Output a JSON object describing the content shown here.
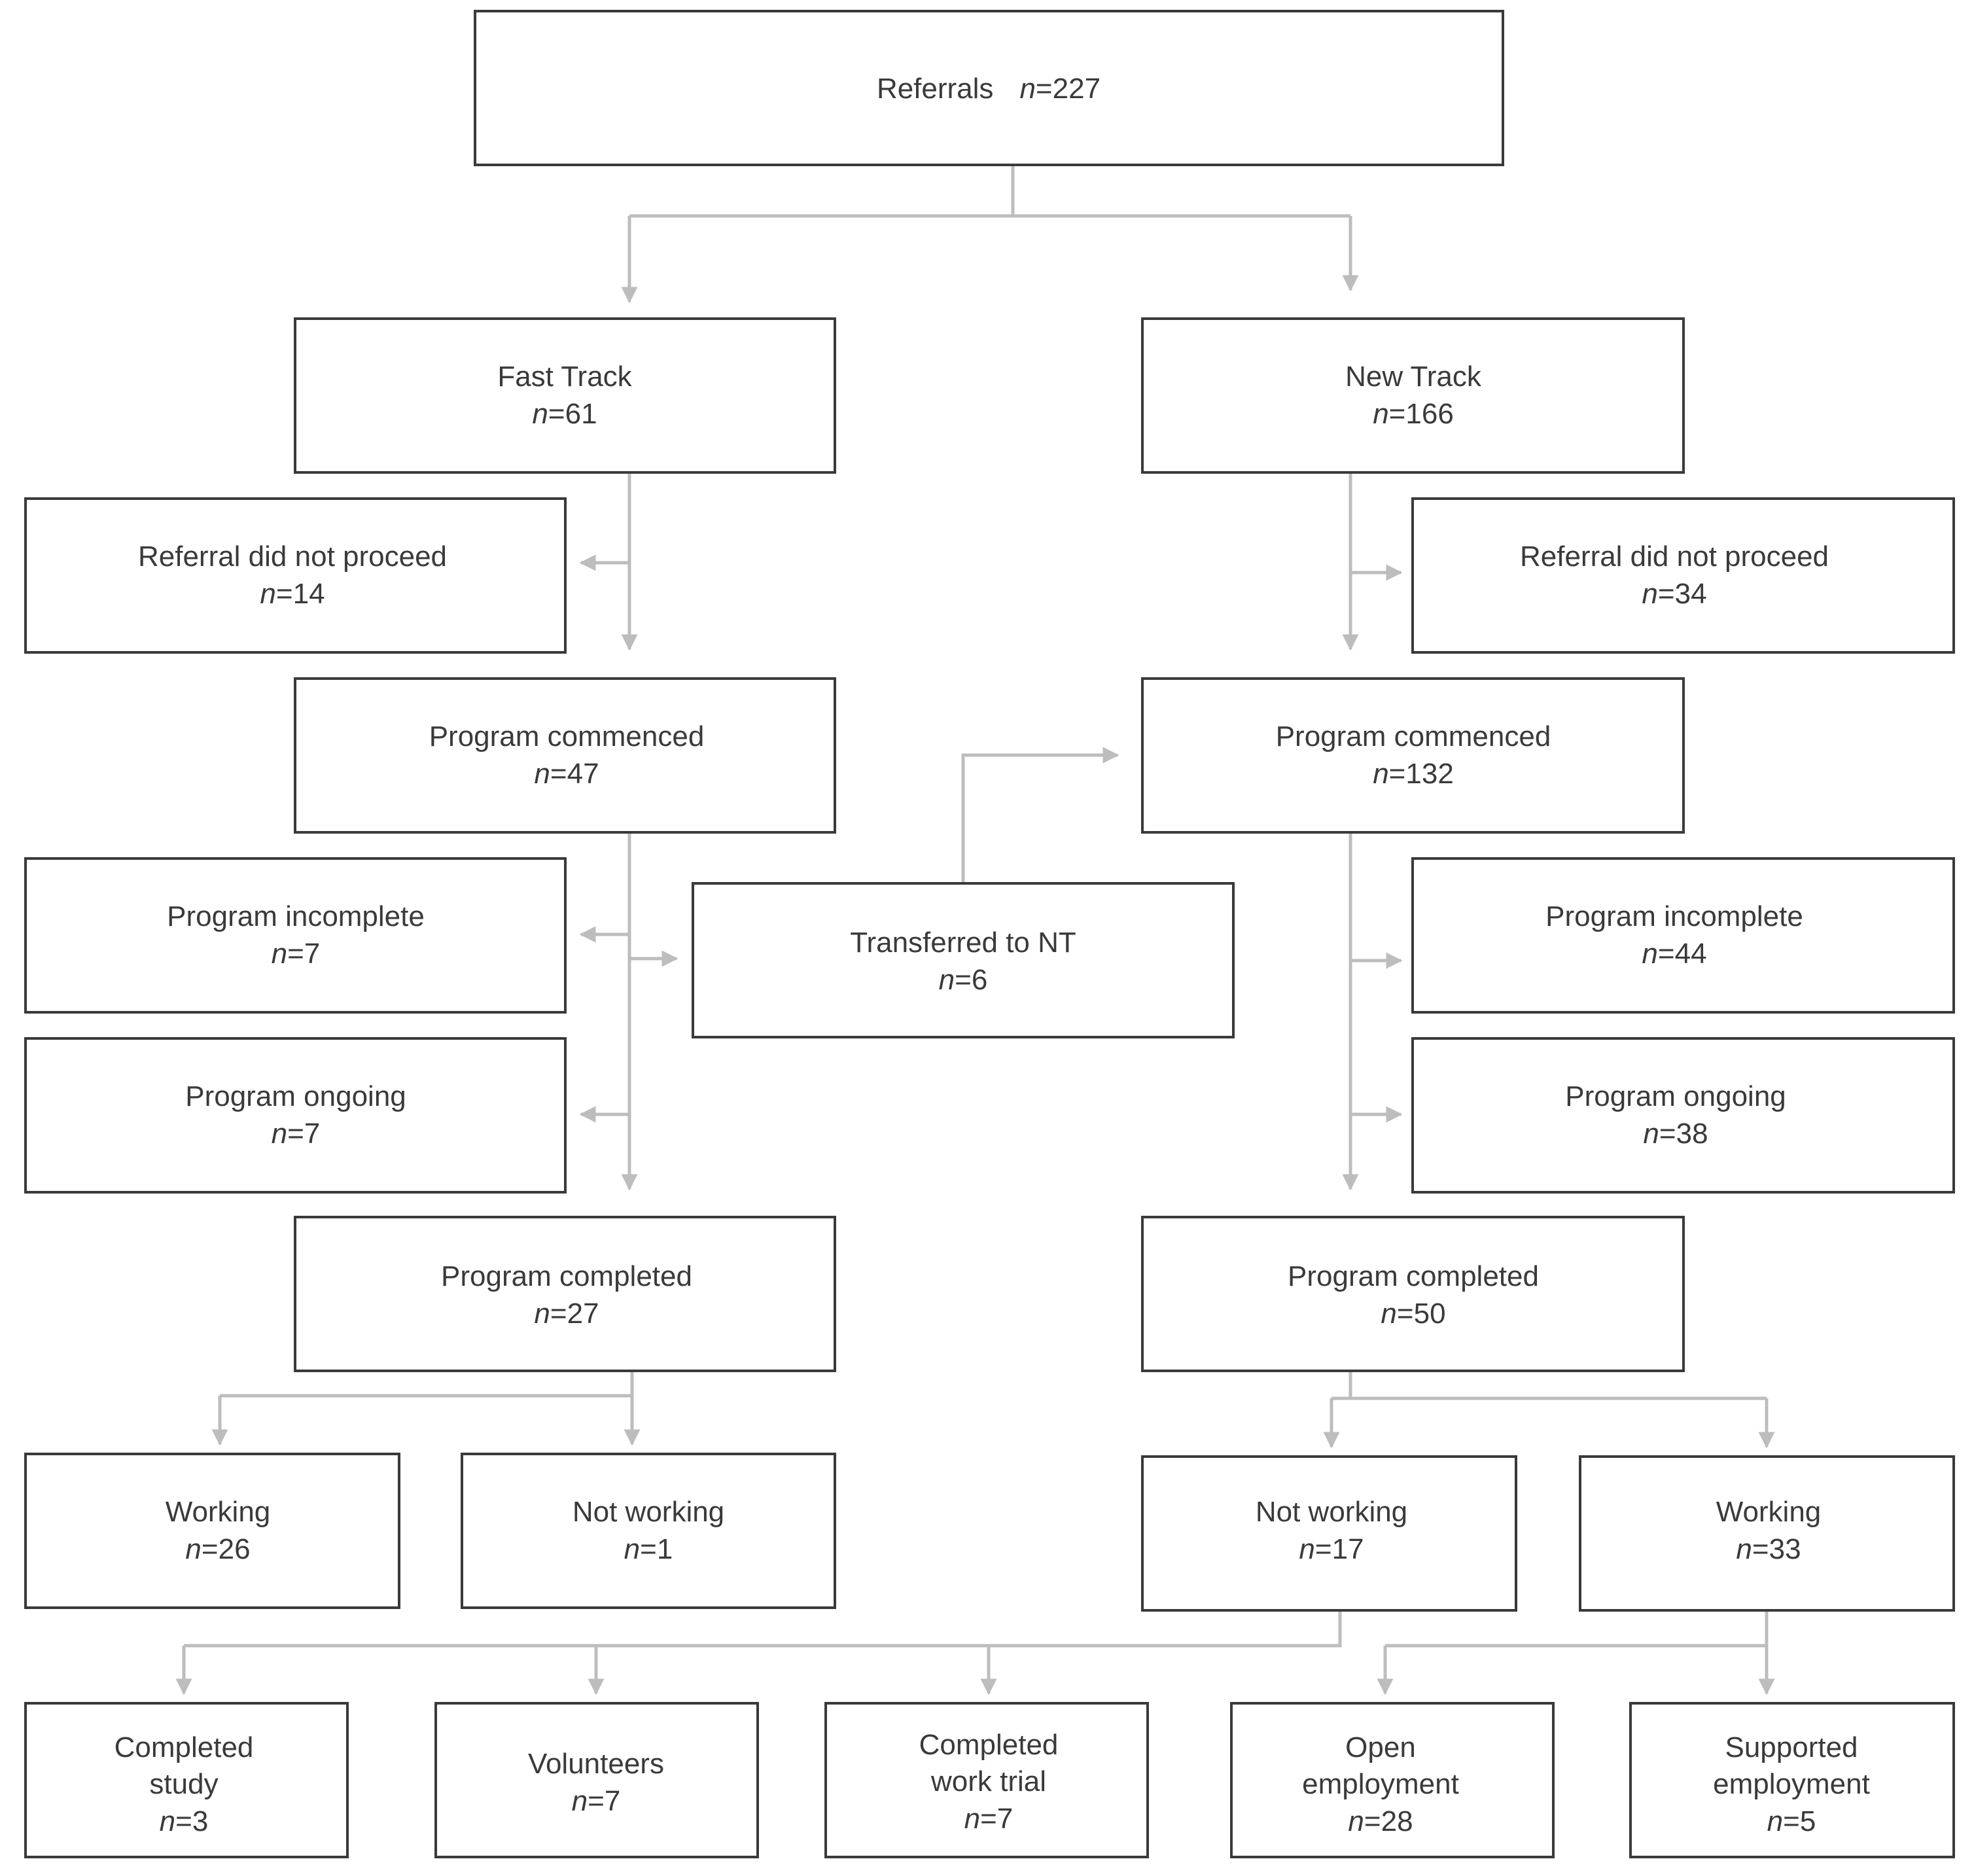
{
  "nodes": {
    "referrals": {
      "label": "Referrals",
      "count": "227"
    },
    "fast_track": {
      "label": "Fast Track",
      "count": "61"
    },
    "new_track": {
      "label": "New Track",
      "count": "166"
    },
    "ft_not_proceed": {
      "label": "Referral did not proceed",
      "count": "14"
    },
    "nt_not_proceed": {
      "label": "Referral did not proceed",
      "count": "34"
    },
    "ft_commenced": {
      "label": "Program commenced",
      "count": "47"
    },
    "nt_commenced": {
      "label": "Program commenced",
      "count": "132"
    },
    "ft_incomplete": {
      "label": "Program incomplete",
      "count": "7"
    },
    "transferred": {
      "label": "Transferred to NT",
      "count": "6"
    },
    "nt_incomplete": {
      "label": "Program incomplete",
      "count": "44"
    },
    "ft_ongoing": {
      "label": "Program ongoing",
      "count": "7"
    },
    "nt_ongoing": {
      "label": "Program ongoing",
      "count": "38"
    },
    "ft_completed": {
      "label": "Program completed",
      "count": "27"
    },
    "nt_completed": {
      "label": "Program completed",
      "count": "50"
    },
    "ft_working": {
      "label": "Working",
      "count": "26"
    },
    "ft_not_working": {
      "label": "Not working",
      "count": "1"
    },
    "nt_not_working": {
      "label": "Not working",
      "count": "17"
    },
    "nt_working": {
      "label": "Working",
      "count": "33"
    },
    "completed_study": {
      "label_line1": "Completed",
      "label_line2": "study",
      "count": "3"
    },
    "volunteers": {
      "label": "Volunteers",
      "count": "7"
    },
    "work_trial": {
      "label_line1": "Completed",
      "label_line2": "work trial",
      "count": "7"
    },
    "open_employment": {
      "label_line1": "Open",
      "label_line2": "employment",
      "count": "28"
    },
    "supported_employment": {
      "label_line1": "Supported",
      "label_line2": "employment",
      "count": "5"
    }
  },
  "count_prefix": "n",
  "count_sep": "="
}
